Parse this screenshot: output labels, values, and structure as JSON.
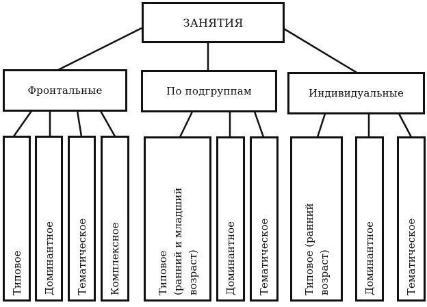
{
  "diagram": {
    "root": "ЗАНЯТИЯ",
    "groups": [
      {
        "label": "Фронтальные",
        "children": [
          {
            "lines": [
              "Типовое"
            ]
          },
          {
            "lines": [
              "Доминантное"
            ]
          },
          {
            "lines": [
              "Тематическое"
            ]
          },
          {
            "lines": [
              "Комплексное"
            ]
          }
        ]
      },
      {
        "label": "По подгруппам",
        "children": [
          {
            "lines": [
              "Типовое",
              "(ранний и младший",
              "возраст)"
            ]
          },
          {
            "lines": [
              "Доминантное"
            ]
          },
          {
            "lines": [
              "Тематическое"
            ]
          }
        ]
      },
      {
        "label": "Индивидуальные",
        "children": [
          {
            "lines": [
              "Типовое (ранний",
              "возраст)"
            ]
          },
          {
            "lines": [
              "Доминантное"
            ]
          },
          {
            "lines": [
              "Тематическое"
            ]
          }
        ]
      }
    ],
    "colors": {
      "stroke": "#111111",
      "background": "#ffffff"
    }
  }
}
